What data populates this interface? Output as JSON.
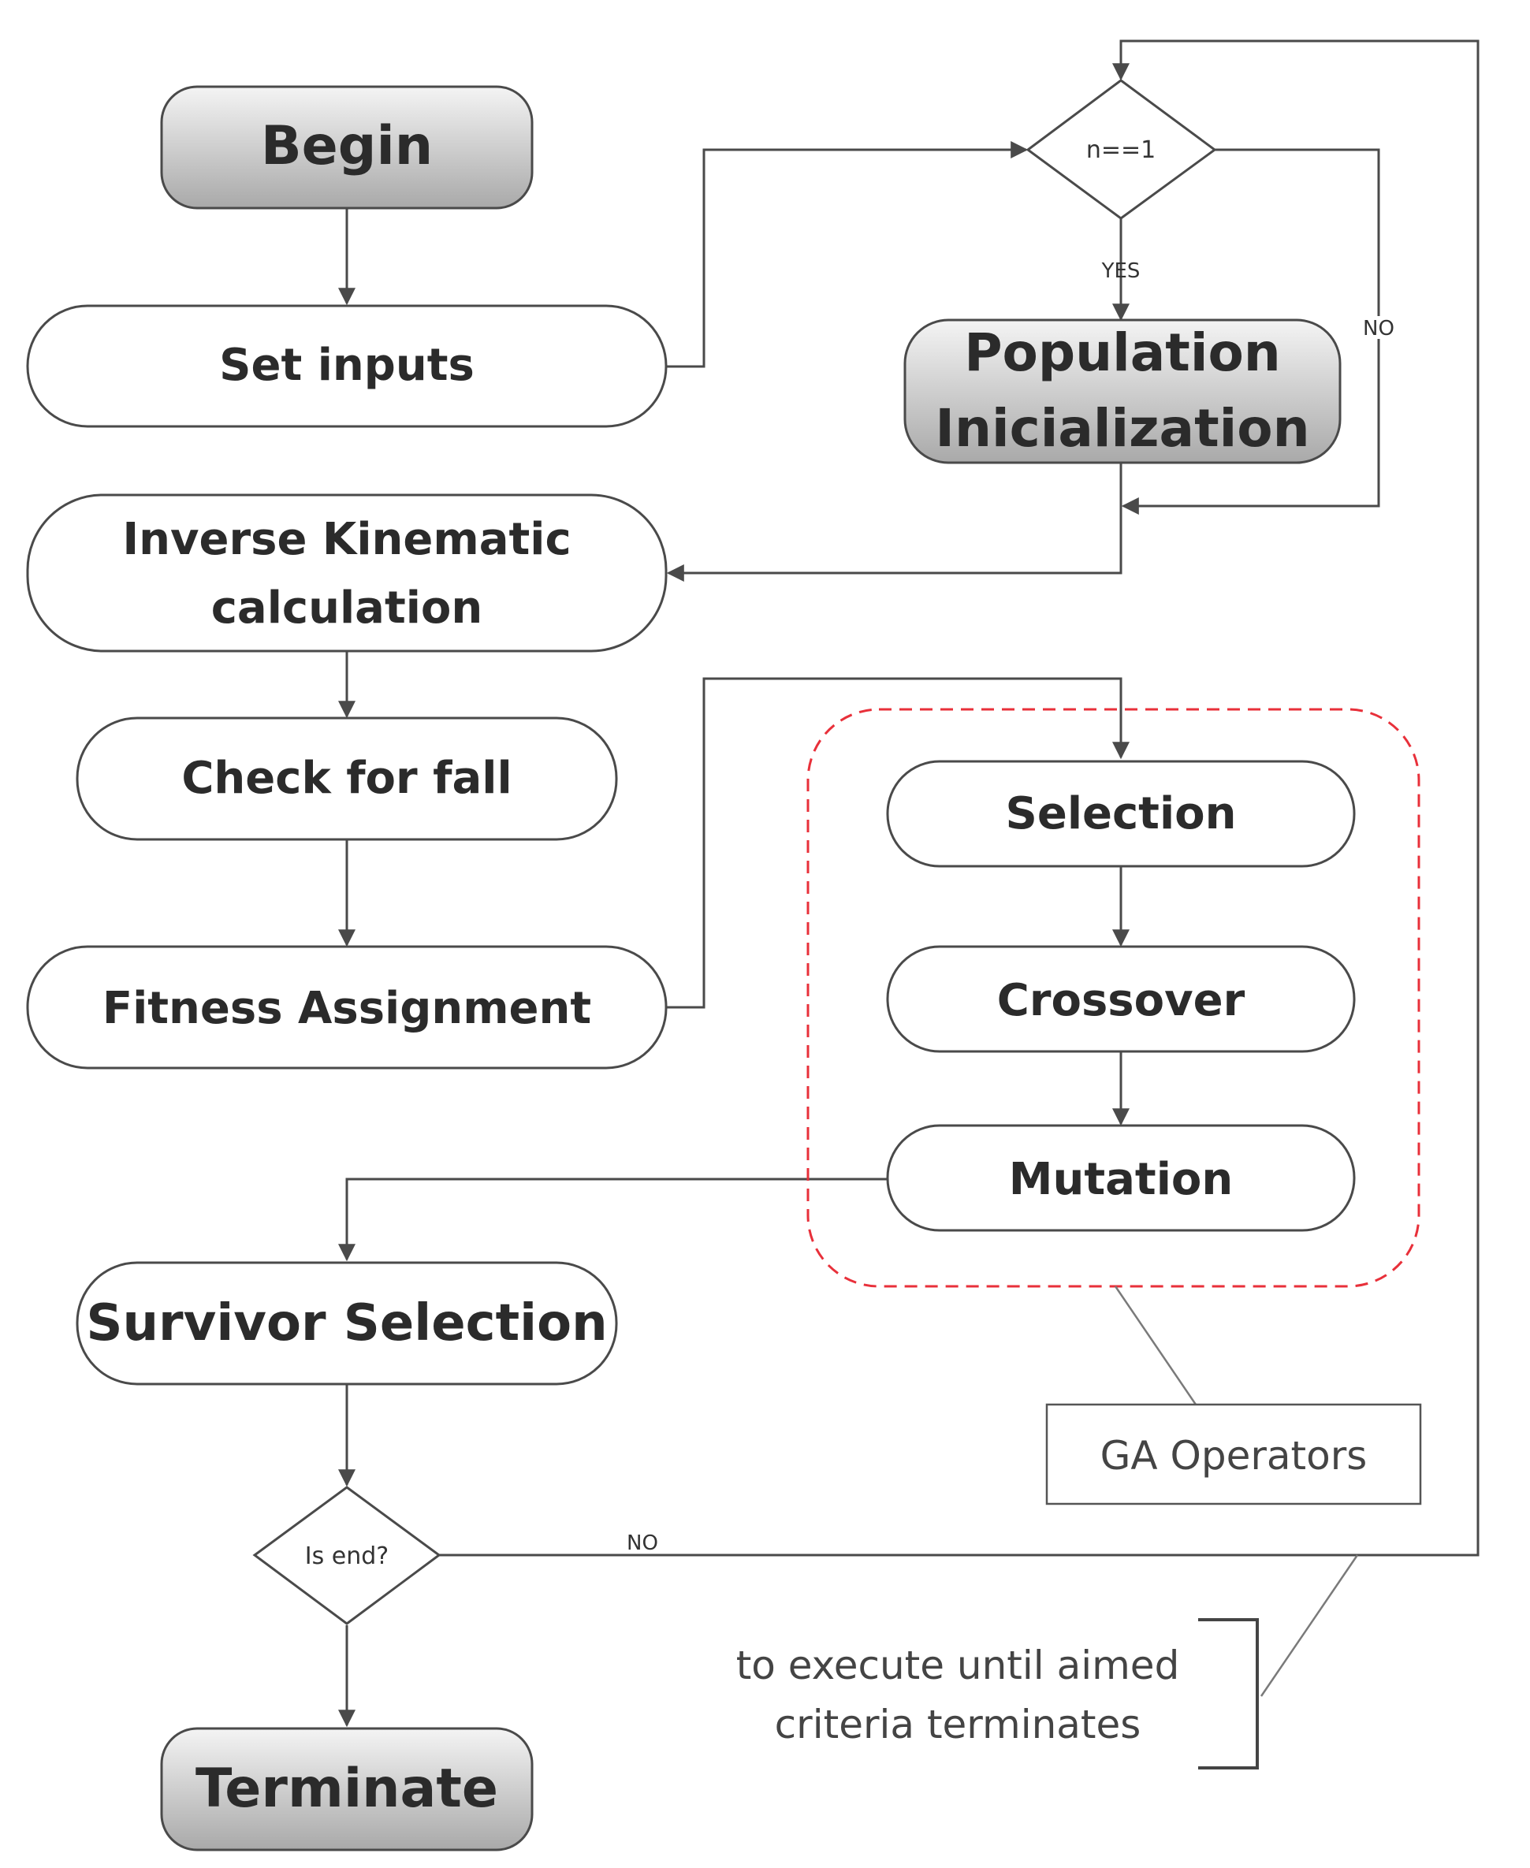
{
  "nodes": {
    "begin": "Begin",
    "set_inputs": "Set inputs",
    "population_line1": "Population",
    "population_line2": "Inicialization",
    "inverse_line1": "Inverse Kinematic",
    "inverse_line2": "calculation",
    "check_fall": "Check for fall",
    "fitness": "Fitness Assignment",
    "selection": "Selection",
    "crossover": "Crossover",
    "mutation": "Mutation",
    "survivor": "Survivor Selection",
    "terminate": "Terminate"
  },
  "decisions": {
    "n_check": "n==1",
    "is_end": "Is end?"
  },
  "edge_labels": {
    "yes": "YES",
    "no_top": "NO",
    "no_bottom": "NO"
  },
  "annotations": {
    "ga_operators": "GA Operators",
    "loop_note_line1": "to execute until aimed",
    "loop_note_line2": "criteria terminates"
  },
  "colors": {
    "terminal_gradient_top": "#f4f4f4",
    "terminal_gradient_bottom": "#a9a9a9",
    "dashed_group": "#e8303a",
    "stroke": "#4a4a4a"
  }
}
